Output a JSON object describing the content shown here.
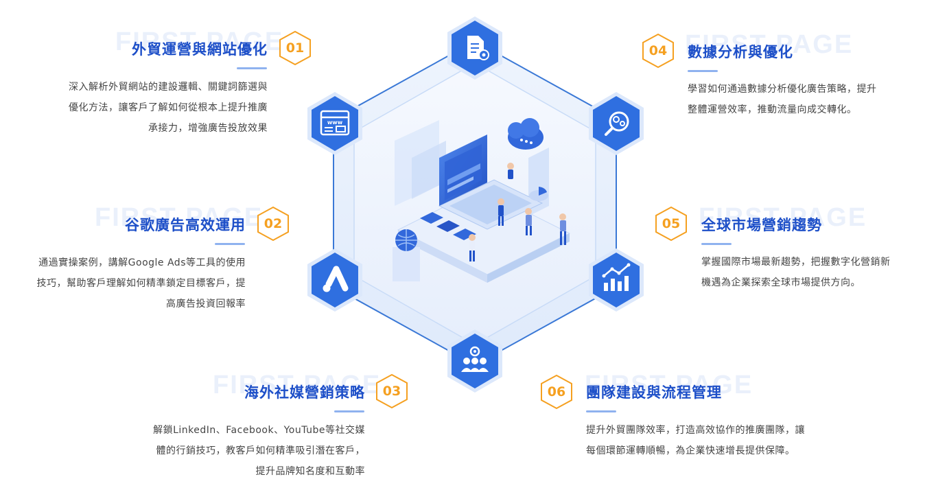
{
  "brand_watermark": "FIRST PAGE",
  "sections": [
    {
      "num": "01",
      "title": "外貿運營與網站優化",
      "lines": [
        "深入解析外貿網站的建設邏輯、關鍵詞篩選與",
        "優化方法，讓客戶了解如何從根本上提升推廣",
        "承接力，增強廣告投放效果"
      ],
      "icon": "website-www-icon"
    },
    {
      "num": "02",
      "title": "谷歌廣告高效運用",
      "lines": [
        "通過實操案例，講解Google Ads等工具的使用",
        "技巧，幫助客戶理解如何精準鎖定目標客戶，提",
        "高廣告投資回報率"
      ],
      "icon": "google-ads-icon"
    },
    {
      "num": "03",
      "title": "海外社媒營銷策略",
      "lines": [
        "解鎖LinkedIn、Facebook、YouTube等社交媒",
        "體的行銷技巧，教客戶如何精準吸引潛在客戶，",
        "提升品牌知名度和互動率"
      ],
      "icon": "team-network-icon"
    },
    {
      "num": "04",
      "title": "數據分析與優化",
      "lines": [
        "學習如何通過數據分析優化廣告策略，提升",
        "整體運營效率，推動流量向成交轉化。"
      ],
      "icon": "search-analysis-icon"
    },
    {
      "num": "05",
      "title": "全球市場營銷趨勢",
      "lines": [
        "掌握國際市場最新趨勢，把握數字化營銷新",
        "機遇為企業探索全球市場提供方向。"
      ],
      "icon": "bar-chart-trend-icon"
    },
    {
      "num": "06",
      "title": "團隊建設與流程管理",
      "lines": [
        "提升外貿團隊效率，打造高效協作的推廣團隊，讓",
        "每個環節運轉順暢，為企業快速增長提供保障。"
      ],
      "icon": "document-settings-icon"
    }
  ],
  "colors": {
    "accent": "#1d4fc8",
    "badge": "#f5a020",
    "hex_fill": "#2f6fe0",
    "frame": "#3a78d6"
  }
}
